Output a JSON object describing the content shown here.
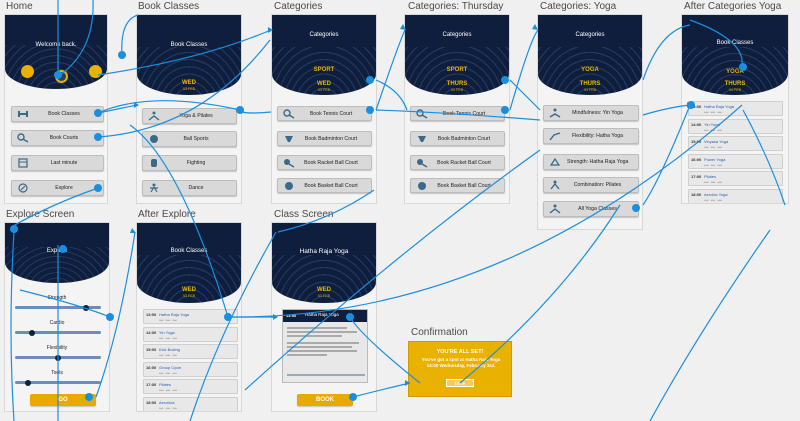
{
  "titles": {
    "home": "Home",
    "book_classes": "Book Classes",
    "categories": "Categories",
    "categories_thursday": "Categories: Thursday",
    "categories_yoga": "Categories: Yoga",
    "after_categories_yoga": "After Categories Yoga",
    "explore_screen": "Explore Screen",
    "after_explore": "After Explore",
    "class_screen": "Class Screen",
    "confirmation": "Confirmation"
  },
  "home": {
    "header": "Welcome back.",
    "buttons": [
      "Book Classes",
      "Book Courts",
      "Last minute",
      "Explore"
    ]
  },
  "book_classes": {
    "header": "Book Classes",
    "day": "WED",
    "date": "03 FEB",
    "buttons": [
      "Yoga & Pilates",
      "Ball Sports",
      "Fighting",
      "Dance"
    ]
  },
  "categories": {
    "header": "Categories",
    "sport": "SPORT",
    "day": "WED",
    "date": "03 FEB",
    "buttons": [
      "Book Tennis Court",
      "Book Badminton Court",
      "Book Racket Ball Court",
      "Book Basket Ball Court"
    ]
  },
  "categories_thursday": {
    "header": "Categories",
    "sport": "SPORT",
    "day": "THURS",
    "date": "04 FEB",
    "buttons": [
      "Book Tennis Court",
      "Book Badminton Court",
      "Book Racket Ball Court",
      "Book Basket Ball Court"
    ]
  },
  "categories_yoga": {
    "header": "Categories",
    "sport": "YOGA",
    "day": "THURS",
    "date": "04 FEB",
    "buttons": [
      "Mindfulness: Yin Yoga",
      "Flexibility: Hatha Yoga",
      "Strength: Hatha Raja Yoga",
      "Combination: Pilates",
      "All Yoga Classes"
    ]
  },
  "after_categories_yoga": {
    "header": "Book Classes",
    "sport": "YOGA",
    "day": "THURS",
    "date": "04 FEB",
    "classes": [
      {
        "time": "13:00",
        "name": "Hatha Raja Yoga"
      },
      {
        "time": "14:00",
        "name": "Yin Yoga"
      },
      {
        "time": "15:00",
        "name": "Vinyasa Yoga"
      },
      {
        "time": "16:00",
        "name": "Power Yoga"
      },
      {
        "time": "17:00",
        "name": "Pilates"
      },
      {
        "time": "18:00",
        "name": "Aerobic Yoga"
      }
    ]
  },
  "explore": {
    "header": "Explore",
    "sliders": [
      {
        "label": "Strength",
        "value": 0.82
      },
      {
        "label": "Cardio",
        "value": 0.2
      },
      {
        "label": "Flexibility",
        "value": 0.5
      },
      {
        "label": "Tools",
        "value": 0.15
      }
    ],
    "go": "GO"
  },
  "after_explore": {
    "header": "Book Classes",
    "day": "WED",
    "date": "03 FEB",
    "classes": [
      {
        "time": "13:00",
        "name": "Hatha Raja Yoga"
      },
      {
        "time": "14:00",
        "name": "Yin Yoga"
      },
      {
        "time": "15:00",
        "name": "Kick Boxing"
      },
      {
        "time": "16:00",
        "name": "Group Cycle"
      },
      {
        "time": "17:00",
        "name": "Pilates"
      },
      {
        "time": "18:00",
        "name": "Aerobics"
      }
    ]
  },
  "class_screen": {
    "header": "Hatha Raja Yoga",
    "day": "WED",
    "date": "03 FEB",
    "card_time": "13:00",
    "card_title": "Hatha Raja Yoga",
    "book": "BOOK"
  },
  "confirmation": {
    "line1": "YOU'RE ALL SET!",
    "line2": "You've got a spot at Hatha Raja Yoga 13:00 Wednesday, February 3rd.",
    "button": "Done"
  },
  "colors": {
    "navy": "#0f1e3d",
    "gold": "#e9b100",
    "wire": "#1a8fe0"
  }
}
